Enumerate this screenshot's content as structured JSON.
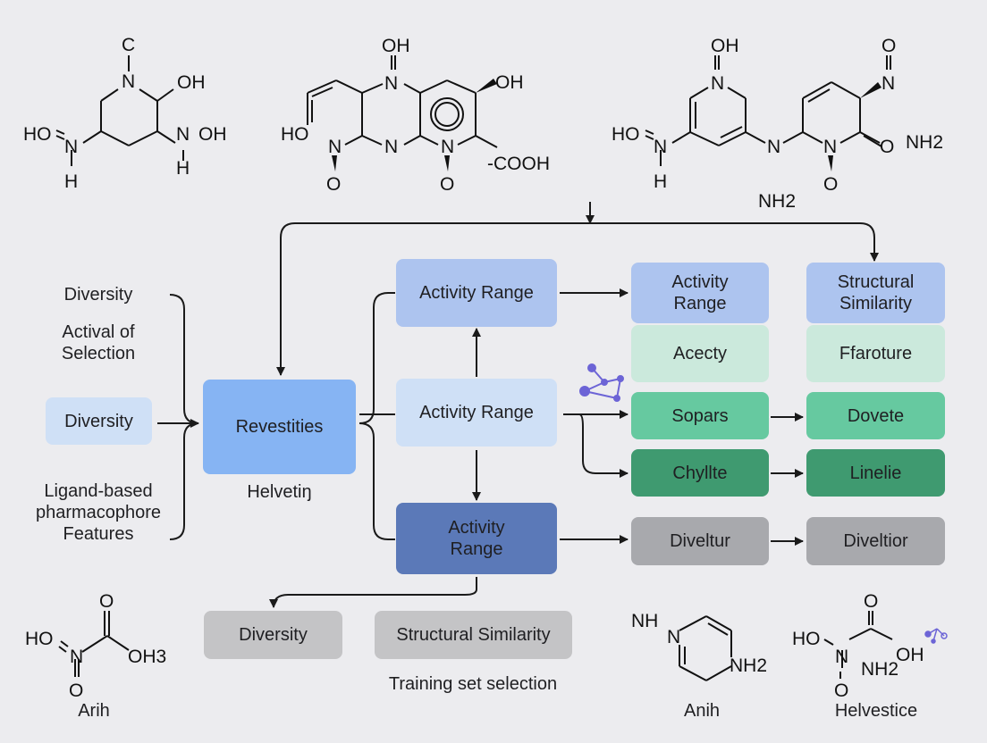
{
  "molecules": {
    "top_left": {
      "atoms": [
        "C",
        "N",
        "OH",
        "HO",
        "N",
        "H",
        "N",
        "OH",
        "H"
      ]
    },
    "top_middle": {
      "atoms": [
        "OH",
        "N",
        "OH",
        "HO",
        "N",
        "N",
        "N",
        "O",
        "O",
        "-COOH"
      ]
    },
    "top_right": {
      "atoms": [
        "OH",
        "N",
        "O",
        "N",
        "HO",
        "N",
        "H",
        "N",
        "N",
        "O",
        "O",
        "NH2",
        "NH2"
      ]
    },
    "bottom_left": {
      "atoms": [
        "O",
        "HO",
        "N",
        "OH3",
        "O"
      ],
      "caption": "Arih"
    },
    "bottom_middle": {
      "atoms": [
        "NH",
        "N",
        "NH2"
      ],
      "caption": "Anih"
    },
    "bottom_right": {
      "atoms": [
        "O",
        "HO",
        "N",
        "OH",
        "NH2",
        "O"
      ],
      "caption": "Helvestice"
    }
  },
  "left_labels": {
    "diversity_top": "Diversity",
    "actival_selection": "Actival of\nSelection",
    "diversity_box": "Diversity",
    "ligand_features": "Ligand-based\npharmacophore\nFeatures"
  },
  "center": {
    "main_box": "Revestities",
    "main_caption": "Helvetiŋ",
    "activity_top": "Activity Range",
    "activity_middle": "Activity Range",
    "activity_bottom": "Activity\nRange"
  },
  "right_grid": {
    "col1": [
      "Activity\nRange",
      "Acecty",
      "Sopars",
      "Chyllte",
      "Diveltur"
    ],
    "col2": [
      "Structural\nSimilarity",
      "Ffaroture",
      "Dovete",
      "Linelie",
      "Diveltior"
    ]
  },
  "bottom": {
    "diversity": "Diversity",
    "structural_similarity": "Structural Similarity",
    "training_caption": "Training set selection"
  },
  "colors": {
    "background": "#ececef",
    "light_blue": "#adc4ef",
    "pale_blue": "#cfe0f6",
    "mid_blue": "#86b4f3",
    "dark_blue": "#5b79b8",
    "pale_green": "#cbe9dc",
    "green": "#66c9a0",
    "dark_green": "#3f9a70",
    "gray": "#a8a9ad",
    "accent_purple": "#6c64d6"
  }
}
